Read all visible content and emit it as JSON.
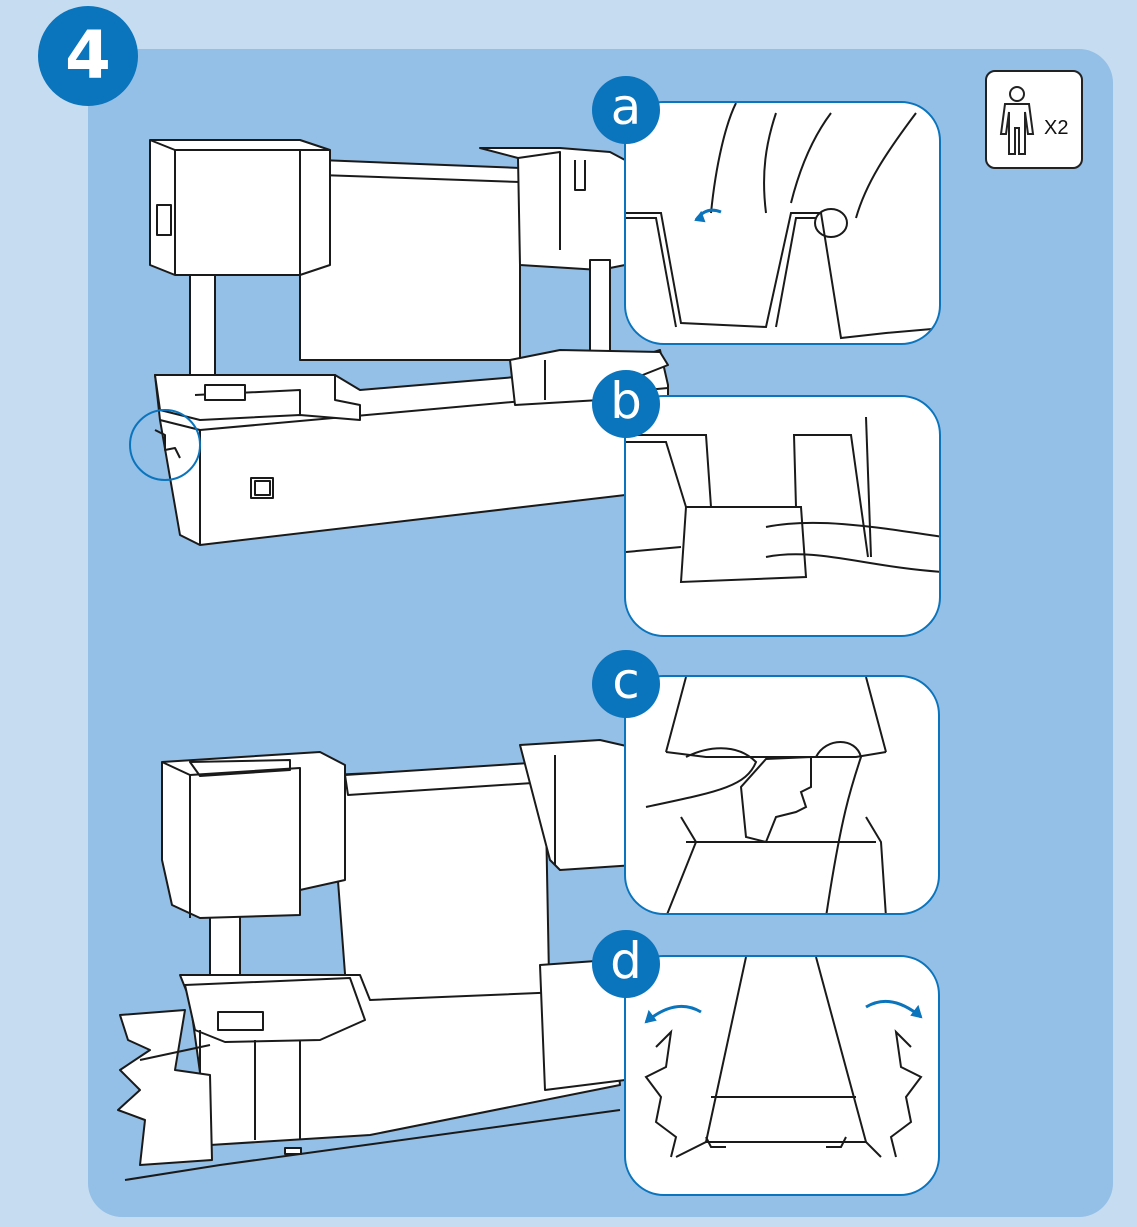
{
  "step": {
    "number": "4"
  },
  "people_required": {
    "label": "X2",
    "icon": "person-icon"
  },
  "insets": [
    {
      "letter": "a"
    },
    {
      "letter": "b"
    },
    {
      "letter": "c"
    },
    {
      "letter": "d"
    }
  ],
  "colors": {
    "background": "#c6dcf0",
    "panel": "#94bfe6",
    "accent": "#0a74bc",
    "line": "#1a1a1a"
  }
}
